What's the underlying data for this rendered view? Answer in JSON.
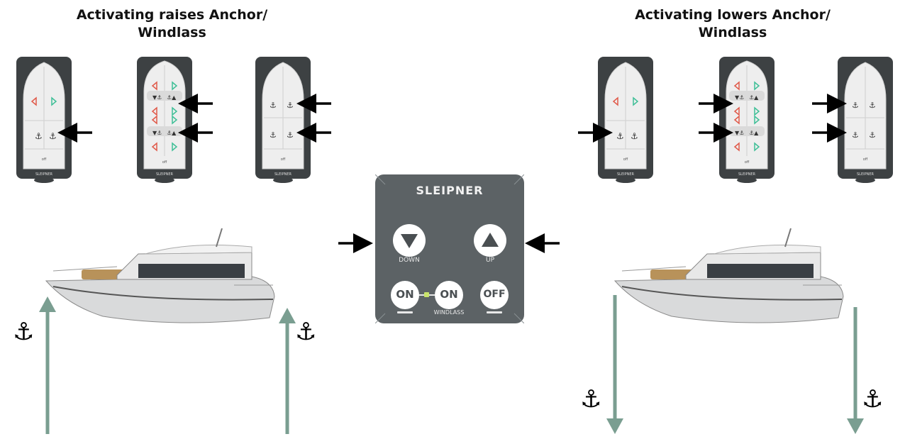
{
  "left_heading": "Activating raises Anchor/ Windlass",
  "right_heading": "Activating lowers Anchor/ Windlass",
  "remote": {
    "brand": "SLEIPNER",
    "off_label": "off"
  },
  "panel": {
    "brand": "SLEIPNER",
    "down_label": "DOWN",
    "up_label": "UP",
    "on_label_1": "ON",
    "on_label_2": "ON",
    "off_label": "OFF",
    "windlass_label": "WINDLASS"
  },
  "colors": {
    "arrow_teal": "#7a9e91",
    "panel_grey": "#5c6265",
    "remote_dark": "#3d4143",
    "remote_face": "#eeeeee"
  },
  "icons": [
    "remote-control",
    "arrow-right-icon",
    "arrow-left-icon",
    "anchor-icon",
    "boat-illustration",
    "arrow-up-icon",
    "arrow-down-icon"
  ]
}
